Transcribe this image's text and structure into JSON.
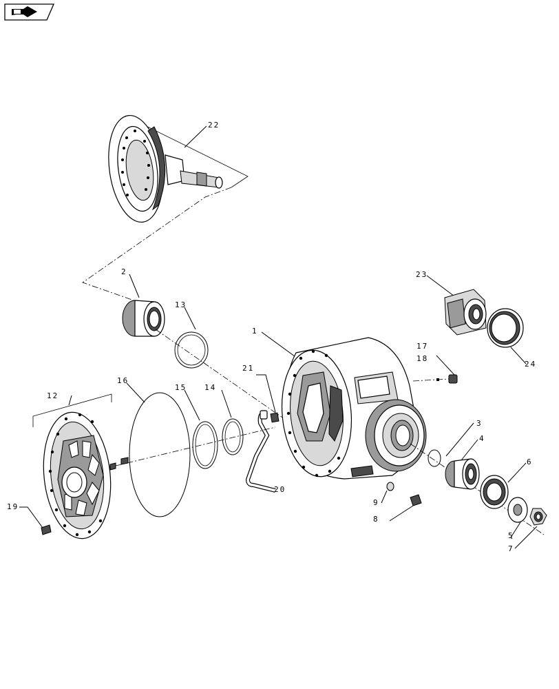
{
  "callouts": [
    {
      "id": "1",
      "text": "1"
    },
    {
      "id": "2",
      "text": "2"
    },
    {
      "id": "3",
      "text": "3"
    },
    {
      "id": "4",
      "text": "4"
    },
    {
      "id": "5",
      "text": "5"
    },
    {
      "id": "6",
      "text": "6"
    },
    {
      "id": "7",
      "text": "7"
    },
    {
      "id": "8",
      "text": "8"
    },
    {
      "id": "9",
      "text": "9"
    },
    {
      "id": "12",
      "text": "12"
    },
    {
      "id": "13",
      "text": "13"
    },
    {
      "id": "14",
      "text": "14"
    },
    {
      "id": "15",
      "text": "15"
    },
    {
      "id": "16",
      "text": "16"
    },
    {
      "id": "17",
      "text": "17"
    },
    {
      "id": "18",
      "text": "18"
    },
    {
      "id": "19",
      "text": "19"
    },
    {
      "id": "20",
      "text": "20"
    },
    {
      "id": "21",
      "text": "21"
    },
    {
      "id": "22",
      "text": "22"
    },
    {
      "id": "23",
      "text": "23"
    },
    {
      "id": "24",
      "text": "24"
    }
  ],
  "icons": {
    "nav": "arrow-hand-icon"
  }
}
